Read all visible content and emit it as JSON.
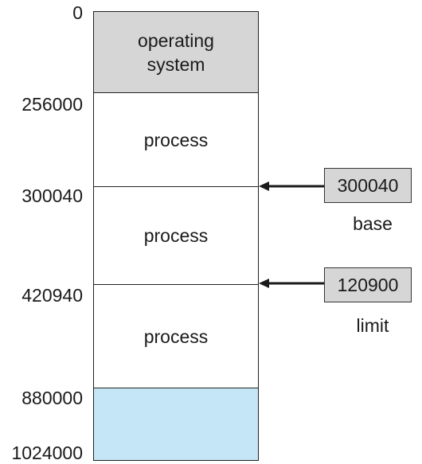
{
  "addresses": [
    "0",
    "256000",
    "300040",
    "420940",
    "880000",
    "1024000"
  ],
  "segments": [
    {
      "label": "operating\nsystem",
      "color": "#d6d6d6"
    },
    {
      "label": "process",
      "color": "#ffffff"
    },
    {
      "label": "process",
      "color": "#ffffff"
    },
    {
      "label": "process",
      "color": "#ffffff"
    },
    {
      "label": "",
      "color": "#c5e6f6"
    }
  ],
  "registers": {
    "base": {
      "value": "300040",
      "label": "base",
      "color": "#d6d6d6"
    },
    "limit": {
      "value": "120900",
      "label": "limit",
      "color": "#d6d6d6"
    }
  }
}
